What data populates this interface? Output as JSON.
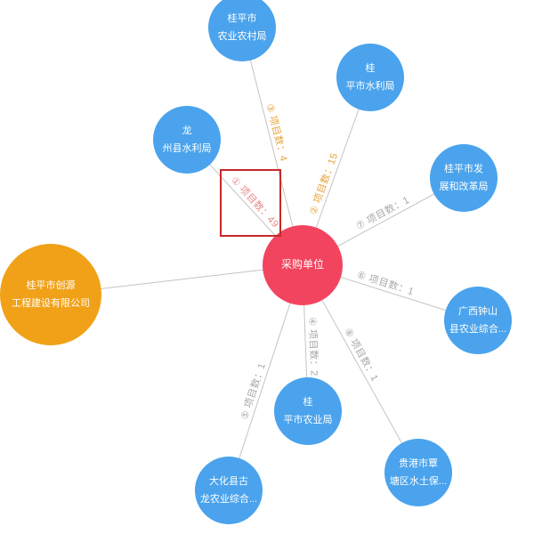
{
  "colors": {
    "center": "#f2445f",
    "blue": "#4aa3ec",
    "orange": "#f1a117",
    "edge": "#c4c4c4",
    "edge_label": "#a8a8a8",
    "edge_label_orange": "#e8a33c",
    "edge_label_red": "#e88a8a",
    "highlight": "#c62828"
  },
  "center": {
    "lines": [
      "采购单位"
    ]
  },
  "nodes": [
    {
      "id": "n1",
      "lines": [
        "龙",
        "州县水利局"
      ],
      "color": "blue",
      "edge_label": "① 项目数：49",
      "label_color": "edge_label_red",
      "highlight": true
    },
    {
      "id": "n2",
      "lines": [
        "桂",
        "平市水利局"
      ],
      "color": "blue",
      "edge_label": "② 项目数：15",
      "label_color": "edge_label_orange"
    },
    {
      "id": "n3",
      "lines": [
        "桂平市",
        "农业农村局"
      ],
      "color": "blue",
      "edge_label": "③ 项目数：4",
      "label_color": "edge_label_orange"
    },
    {
      "id": "n4",
      "lines": [
        "桂",
        "平市农业局"
      ],
      "color": "blue",
      "edge_label": "④ 项目数：2",
      "label_color": "edge_label"
    },
    {
      "id": "n5",
      "lines": [
        "大化县古",
        "龙农业综合..."
      ],
      "color": "blue",
      "edge_label": "⑤ 项目数：1",
      "label_color": "edge_label"
    },
    {
      "id": "n6",
      "lines": [
        "广西钟山",
        "县农业综合..."
      ],
      "color": "blue",
      "edge_label": "⑥ 项目数：1",
      "label_color": "edge_label"
    },
    {
      "id": "n7",
      "lines": [
        "桂平市发",
        "展和改革局"
      ],
      "color": "blue",
      "edge_label": "⑦ 项目数：1",
      "label_color": "edge_label"
    },
    {
      "id": "n8",
      "lines": [
        "贵港市覃",
        "塘区水土保..."
      ],
      "color": "blue",
      "edge_label": "⑧ 项目数：1",
      "label_color": "edge_label"
    },
    {
      "id": "n9",
      "lines": [
        "桂平市创源",
        "工程建设有限公司"
      ],
      "color": "orange",
      "edge_label": "",
      "label_color": "edge_label"
    }
  ]
}
